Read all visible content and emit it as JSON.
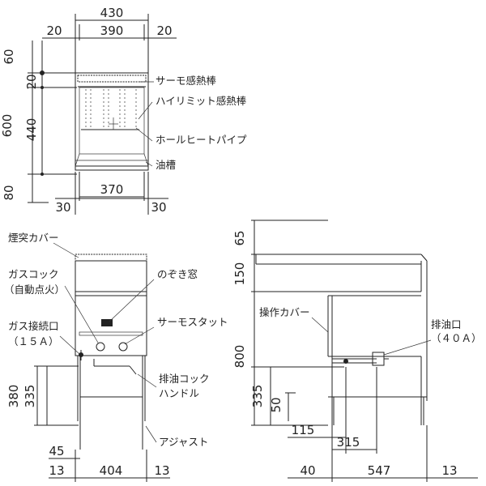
{
  "top_view": {
    "dims_top": [
      "430",
      "20",
      "390",
      "20"
    ],
    "dims_left": [
      "60",
      "20",
      "600",
      "440",
      "80"
    ],
    "dims_bottom": [
      "370",
      "30",
      "30"
    ],
    "callouts": [
      "サーモ感熱棒",
      "ハイリミット感熱棒",
      "ホールヒートパイプ",
      "油槽"
    ]
  },
  "front_view": {
    "callouts": [
      "煙突カバー",
      "ガスコック",
      "（自動点火）",
      "のぞき窓",
      "ガス接続口",
      "（１５Ａ）",
      "サーモスタット",
      "排油コック",
      "ハンドル",
      "アジャスト"
    ],
    "dims_left": [
      "380",
      "335",
      "45"
    ],
    "dims_bottom": [
      "13",
      "404",
      "13"
    ]
  },
  "side_view": {
    "dims_left": [
      "65",
      "150",
      "800",
      "335",
      "50"
    ],
    "dims_bottom": [
      "115",
      "315",
      "40",
      "547",
      "13"
    ],
    "callouts": [
      "操作カバー",
      "排油口",
      "（４０Ａ）"
    ]
  }
}
